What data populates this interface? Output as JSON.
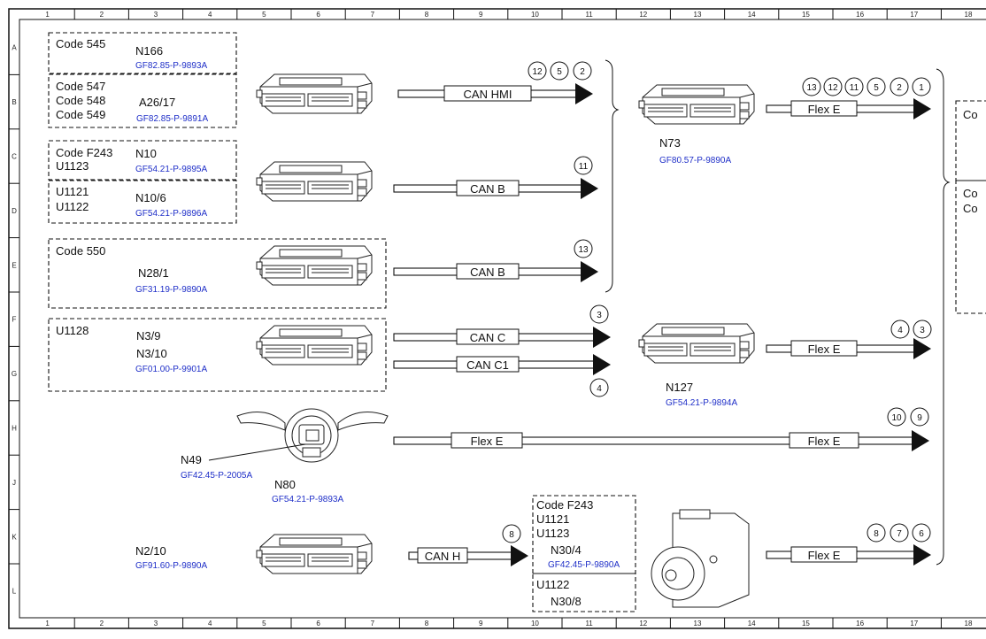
{
  "grid": {
    "cols": [
      "1",
      "2",
      "3",
      "4",
      "5",
      "6",
      "7",
      "8",
      "9",
      "10",
      "11",
      "12",
      "13",
      "14",
      "15",
      "16",
      "17",
      "18"
    ],
    "rows": [
      "A",
      "B",
      "C",
      "D",
      "E",
      "F",
      "G",
      "H",
      "J",
      "K",
      "L"
    ]
  },
  "groups": {
    "g1": {
      "lines": [
        "Code 545"
      ],
      "node": "N166",
      "ref": "GF82.85-P-9893A"
    },
    "g2": {
      "lines": [
        "Code 547",
        "Code 548",
        "Code 549"
      ],
      "node": "A26/17",
      "ref": "GF82.85-P-9891A"
    },
    "g3": {
      "lines": [
        "Code F243",
        "U1123"
      ],
      "node": "N10",
      "ref": "GF54.21-P-9895A"
    },
    "g4": {
      "lines": [
        "U1121",
        "U1122"
      ],
      "node": "N10/6",
      "ref": "GF54.21-P-9896A"
    },
    "g5": {
      "lines": [
        "Code 550"
      ],
      "node": "N28/1",
      "ref": "GF31.19-P-9890A"
    },
    "g6": {
      "lines": [
        "U1128"
      ],
      "node1": "N3/9",
      "node2": "N3/10",
      "ref": "GF01.00-P-9901A"
    },
    "n49": {
      "node": "N49",
      "ref": "GF42.45-P-2005A"
    },
    "n80": {
      "node": "N80",
      "ref": "GF54.21-P-9893A"
    },
    "n2": {
      "node": "N2/10",
      "ref": "GF91.60-P-9890A"
    },
    "n30": {
      "lines": [
        "Code F243",
        "U1121",
        "U1123"
      ],
      "node": "N30/4",
      "ref": "GF42.45-P-9890A",
      "lines2": [
        "U1122"
      ],
      "node2": "N30/8"
    },
    "n73": {
      "node": "N73",
      "ref": "GF80.57-P-9890A"
    },
    "n127": {
      "node": "N127",
      "ref": "GF54.21-P-9894A"
    },
    "right": {
      "line1": "Co",
      "line2": "Co",
      "line3": "Co"
    }
  },
  "buses": {
    "b_hmi": "CAN HMI",
    "b_canb1": "CAN B",
    "b_canb2": "CAN B",
    "b_canc": "CAN C",
    "b_canc1": "CAN C1",
    "b_flex_long_a": "Flex E",
    "b_flex_long_b": "Flex E",
    "b_canh": "CAN H",
    "b_flex_n73": "Flex E",
    "b_flex_n127": "Flex E",
    "b_flex_n30": "Flex E"
  },
  "connectors": {
    "c_hmi": [
      "12",
      "5",
      "2"
    ],
    "c_canb1": [
      "11"
    ],
    "c_canb2": [
      "13"
    ],
    "c_canc": [
      "3"
    ],
    "c_canc1": [
      "4"
    ],
    "c_flex_long": [
      "10",
      "9"
    ],
    "c_canh": [
      "8"
    ],
    "c_n73": [
      "13",
      "12",
      "11",
      "5",
      "2",
      "1"
    ],
    "c_n127": [
      "4",
      "3"
    ],
    "c_n30": [
      "8",
      "7",
      "6"
    ]
  }
}
